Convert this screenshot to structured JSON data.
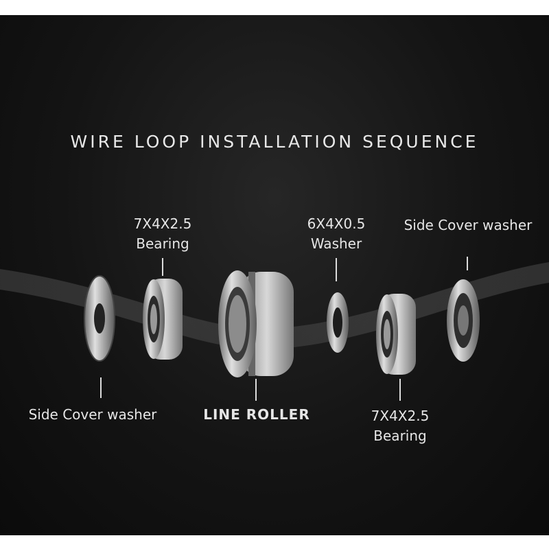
{
  "title": "WIRE LOOP INSTALLATION SEQUENCE",
  "labels": {
    "top_bearing_size": "7X4X2.5",
    "top_bearing_name": "Bearing",
    "top_washer_size": "6X4X0.5",
    "top_washer_name": "Washer",
    "top_side_cover": "Side Cover washer",
    "bottom_side_cover": "Side Cover washer",
    "line_roller": "LINE ROLLER",
    "bottom_bearing_size": "7X4X2.5",
    "bottom_bearing_name": "Bearing"
  },
  "colors": {
    "background": "#141414",
    "text": "#e6e6e6",
    "metal": "#b8b8b8"
  }
}
